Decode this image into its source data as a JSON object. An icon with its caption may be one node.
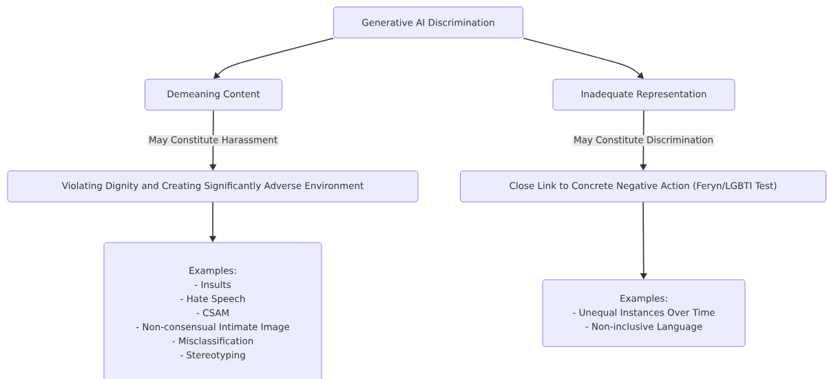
{
  "diagram": {
    "nodes": [
      {
        "text": [
          "Generative AI Discrimination"
        ]
      },
      {
        "text": [
          "Demeaning Content"
        ]
      },
      {
        "text": [
          "Inadequate Representation"
        ]
      },
      {
        "text": [
          "Violating Dignity and Creating Significantly Adverse Environment"
        ]
      },
      {
        "text": [
          "Close Link to Concrete Negative Action (Feryn/LGBTI Test)"
        ]
      },
      {
        "text": [
          "Examples:",
          "- Insults",
          "- Hate Speech",
          "- CSAM",
          "- Non-consensual Intimate Image",
          "- Misclassification",
          "- Stereotyping"
        ]
      },
      {
        "text": [
          "Examples:",
          "- Unequal Instances Over Time",
          "- Non-inclusive Language"
        ]
      }
    ],
    "edges": [
      {
        "from": 0,
        "to": 1,
        "arrow": "to"
      },
      {
        "from": 0,
        "to": 2,
        "arrow": "to"
      },
      {
        "from": 1,
        "to": 3,
        "arrow": "to",
        "label": "May Constitute Harassment"
      },
      {
        "from": 2,
        "to": 4,
        "arrow": "to",
        "label": "May Constitute Discrimination"
      },
      {
        "from": 3,
        "to": 5,
        "arrow": "to"
      },
      {
        "from": 4,
        "to": 6,
        "arrow": "to"
      }
    ]
  }
}
